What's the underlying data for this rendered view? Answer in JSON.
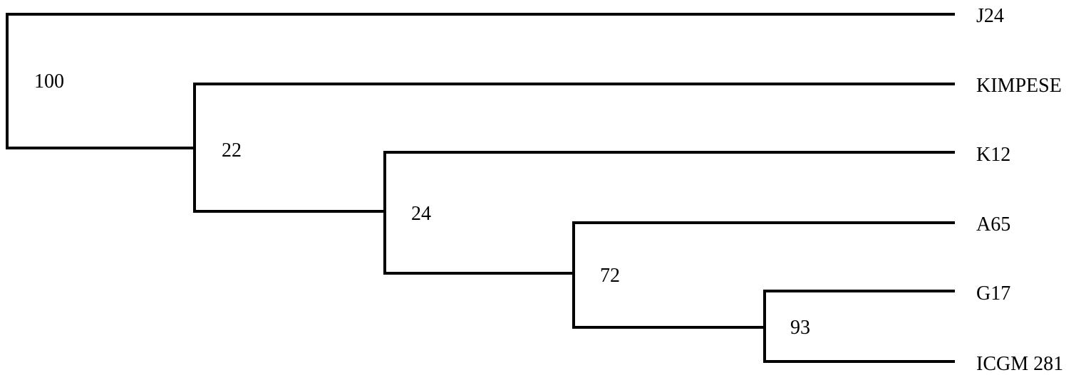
{
  "tree": {
    "taxa": [
      "J24",
      "KIMPESE",
      "K12",
      "A65",
      "G17",
      "ICGM 281"
    ],
    "clades": [
      {
        "id": "n100",
        "support": "100",
        "children": [
          "J24",
          "n22"
        ]
      },
      {
        "id": "n22",
        "support": "22",
        "children": [
          "KIMPESE",
          "n24"
        ]
      },
      {
        "id": "n24",
        "support": "24",
        "children": [
          "K12",
          "n72"
        ]
      },
      {
        "id": "n72",
        "support": "72",
        "children": [
          "A65",
          "n93"
        ]
      },
      {
        "id": "n93",
        "support": "93",
        "children": [
          "G17",
          "ICGM 281"
        ]
      }
    ],
    "colors": {
      "line": "#000000",
      "text": "#000000",
      "background": "#ffffff"
    }
  }
}
